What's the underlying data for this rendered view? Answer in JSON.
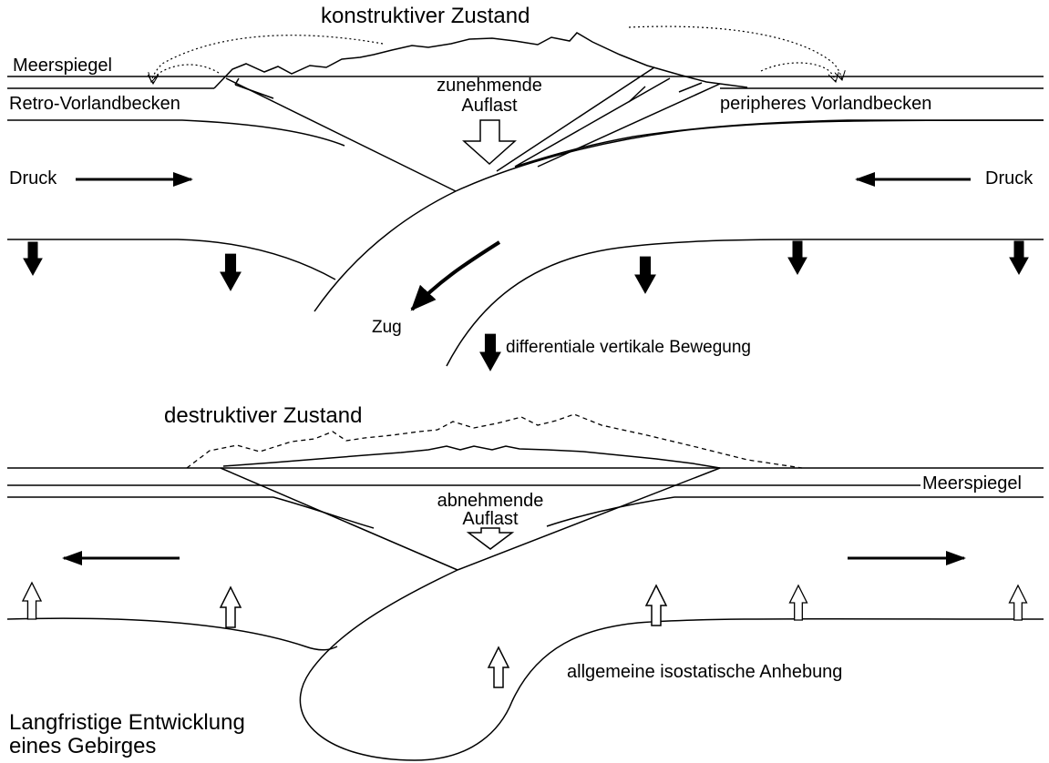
{
  "colors": {
    "ink": "#000000",
    "background": "#ffffff",
    "arrow_fill_hollow": "#ffffff",
    "arrow_fill_solid": "#000000"
  },
  "top_panel": {
    "title": "konstruktiver Zustand",
    "sea_level_label": "Meerspiegel",
    "retro_basin_label": "Retro-Vorlandbecken",
    "peripheral_basin_label": "peripheres Vorlandbecken",
    "load_label_line1": "zunehmende",
    "load_label_line2": "Auflast",
    "pressure_left": "Druck",
    "pressure_right": "Druck",
    "tension_label": "Zug",
    "vertical_motion_label": "differentiale vertikale Bewegung"
  },
  "bottom_panel": {
    "title": "destruktiver Zustand",
    "sea_level_label": "Meerspiegel",
    "load_label_line1": "abnehmende",
    "load_label_line2": "Auflast",
    "uplift_label": "allgemeine isostatische Anhebung"
  },
  "caption": {
    "line1": "Langfristige Entwicklung",
    "line2": "eines Gebirges"
  },
  "icons": {
    "solid_down_arrow": "solid-down-arrow-icon",
    "hollow_down_arrow": "hollow-down-arrow-icon",
    "hollow_up_arrow": "hollow-up-arrow-icon",
    "right_arrow": "right-arrow-icon",
    "left_arrow": "left-arrow-icon",
    "curved_arrow": "curved-arrow-icon"
  }
}
